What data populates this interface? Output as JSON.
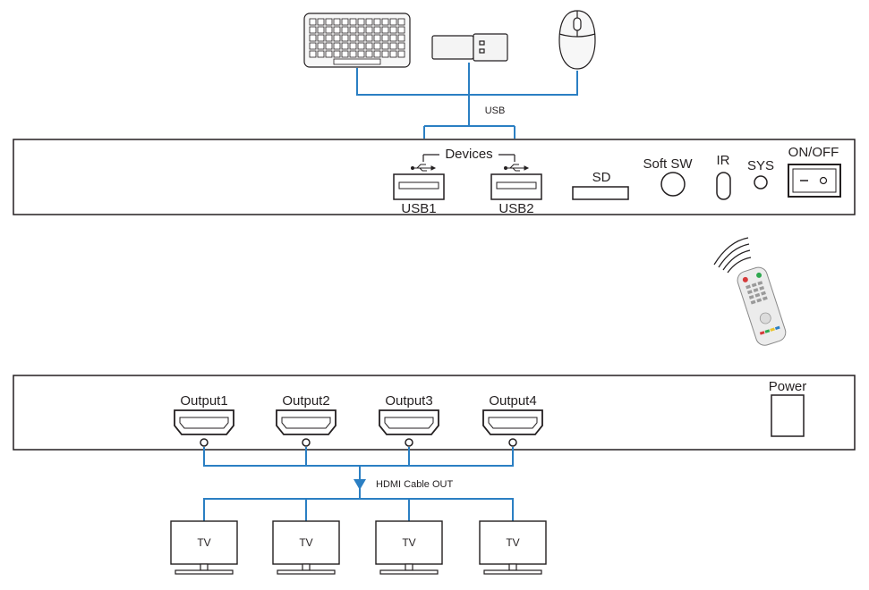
{
  "front_panel": {
    "usb_caption": "USB",
    "devices_label": "Devices",
    "ports": {
      "usb1": "USB1",
      "usb2": "USB2",
      "sd": "SD",
      "soft_sw": "Soft SW",
      "ir": "IR",
      "sys": "SYS",
      "power_switch": "ON/OFF"
    }
  },
  "peripherals": {
    "icons": [
      "keyboard-icon",
      "usb-dongle-icon",
      "mouse-icon"
    ]
  },
  "remote": {
    "icon": "remote-control-icon"
  },
  "rear_panel": {
    "outputs": [
      "Output1",
      "Output2",
      "Output3",
      "Output4"
    ],
    "power_label": "Power",
    "cable_caption": "HDMI Cable OUT"
  },
  "displays": [
    "TV",
    "TV",
    "TV",
    "TV"
  ],
  "colors": {
    "line_blue": "#2b7fc3",
    "outline": "#231f20",
    "background": "#ffffff"
  }
}
